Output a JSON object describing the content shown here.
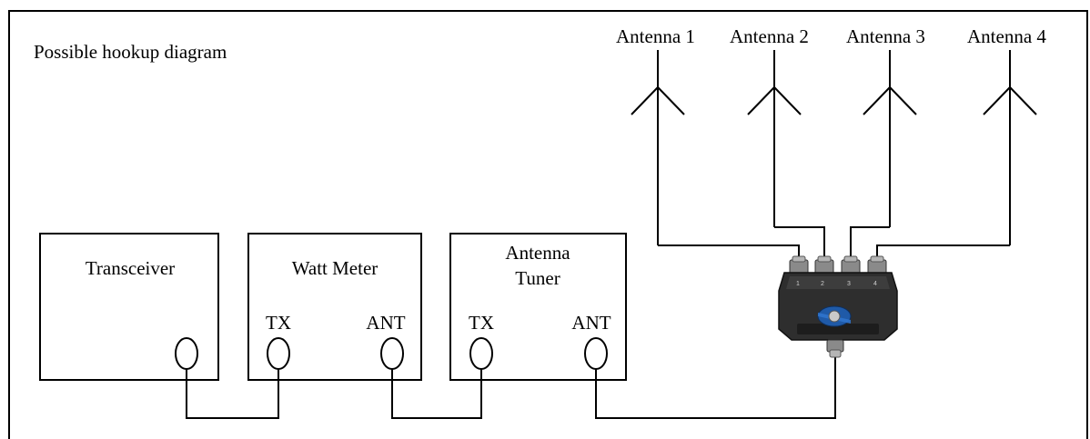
{
  "diagram": {
    "title": "Possible hookup diagram",
    "antennas": [
      {
        "label": "Antenna 1"
      },
      {
        "label": "Antenna 2"
      },
      {
        "label": "Antenna 3"
      },
      {
        "label": "Antenna 4"
      }
    ],
    "devices": {
      "transceiver": {
        "label": "Transceiver"
      },
      "watt_meter": {
        "label": "Watt Meter",
        "tx_label": "TX",
        "ant_label": "ANT"
      },
      "antenna_tuner": {
        "label_line1": "Antenna",
        "label_line2": "Tuner",
        "tx_label": "TX",
        "ant_label": "ANT"
      }
    },
    "switch": {
      "port_labels": [
        "1",
        "2",
        "3",
        "4"
      ]
    }
  }
}
